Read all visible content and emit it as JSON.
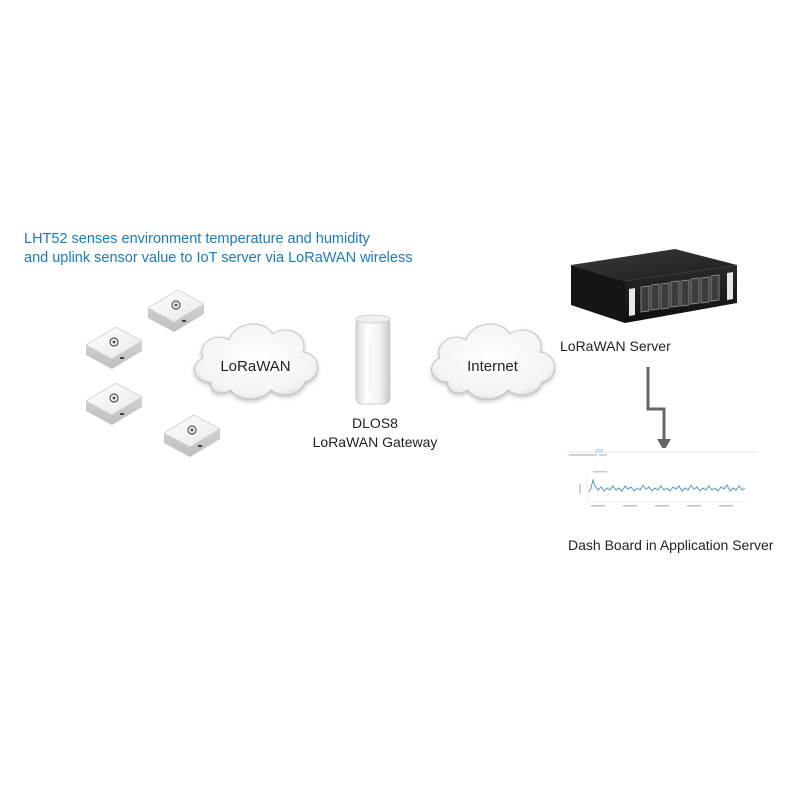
{
  "description": {
    "line1": "LHT52 senses environment temperature and humidity",
    "line2": "and uplink sensor value to IoT server via LoRaWAN wireless"
  },
  "clouds": {
    "lorawan": "LoRaWAN",
    "internet": "Internet"
  },
  "gateway": {
    "name": "DLOS8",
    "type": "LoRaWAN Gateway"
  },
  "server": {
    "label": "LoRaWAN Server"
  },
  "dashboard": {
    "label": "Dash Board in Application Server"
  },
  "colors": {
    "description_text": "#1a7abf",
    "arrow": "#666666",
    "chart_line": "#4a90c8"
  }
}
